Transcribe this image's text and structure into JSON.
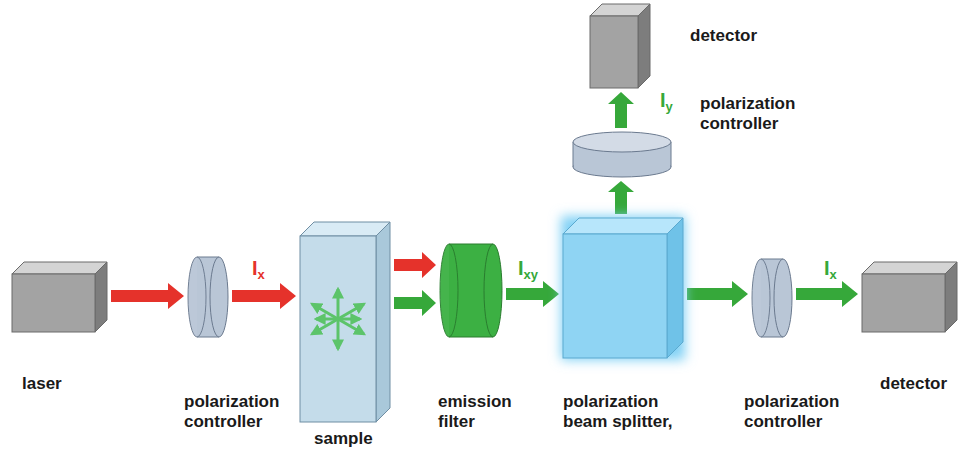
{
  "diagram": {
    "nodes": [
      {
        "text": [
          "laser"
        ]
      },
      {
        "text": [
          "polarization controller"
        ]
      },
      {
        "text": [
          "sample"
        ]
      },
      {
        "text": [
          "emission filter"
        ]
      },
      {
        "text": [
          "polarization beam splitter,"
        ]
      },
      {
        "text": [
          "polarization controller"
        ]
      },
      {
        "text": [
          "detector"
        ]
      },
      {
        "text": [
          "polarization controller"
        ]
      },
      {
        "text": [
          "detector"
        ]
      }
    ],
    "edges": [
      {
        "from": 0,
        "to": 1,
        "arrow": "to"
      },
      {
        "from": 1,
        "to": 2,
        "arrow": "to",
        "label": "Ix"
      },
      {
        "from": 2,
        "to": 3,
        "arrow": "to"
      },
      {
        "from": 2,
        "to": 3,
        "arrow": "to"
      },
      {
        "from": 3,
        "to": 4,
        "arrow": "to",
        "label": "Ixy"
      },
      {
        "from": 4,
        "to": 7,
        "arrow": "to"
      },
      {
        "from": 7,
        "to": 8,
        "arrow": "to",
        "label": "Iy"
      },
      {
        "from": 4,
        "to": 5,
        "arrow": "to"
      },
      {
        "from": 5,
        "to": 6,
        "arrow": "to",
        "label": "Ix"
      }
    ]
  }
}
